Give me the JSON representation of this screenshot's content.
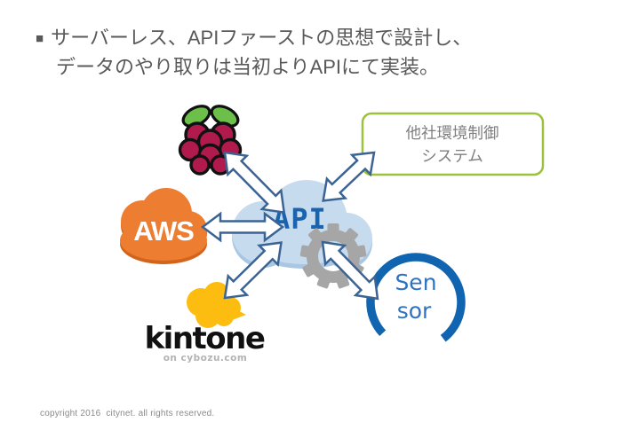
{
  "title": {
    "bullet": "■",
    "line1": "サーバーレス、APIファーストの思想で設計し、",
    "line2": "データのやり取りは当初よりAPIにて実装。"
  },
  "footer": {
    "copyright": "copyright 2016  citynet. all rights reserved."
  },
  "diagram": {
    "api": {
      "label": "API"
    },
    "external_system": {
      "line1": "他社環境制御",
      "line2": "システム"
    },
    "aws": {
      "label": "AWS"
    },
    "kintone": {
      "label": "kintone",
      "sublabel": "on cybozu.com"
    },
    "sensor": {
      "line1": "Sen",
      "line2": "sor"
    },
    "icons": {
      "raspberry_pi": "raspberry-pi-logo",
      "gear": "gear-icon",
      "api_cloud": "cloud-shape",
      "aws_cloud": "cloud-shape",
      "kintone_cloud": "cloud-shape",
      "arrows": "double-headed-arrow"
    },
    "colors": {
      "title_text": "#595959",
      "footer_text": "#8a8a8a",
      "arrow_stroke": "#3b6394",
      "arrow_fill": "#ffffff",
      "api_cloud_fill": "#c7dbee",
      "api_cloud_shadow": "#a9c6e2",
      "api_text": "#1a63ae",
      "aws_orange": "#ed7d31",
      "aws_orange_dark": "#d2641c",
      "box_border": "#9cc13c",
      "box_text": "#7f7f7f",
      "sensor_ring": "#1165b0",
      "sensor_text": "#2f73c0",
      "gear_gray": "#a6a6a6",
      "kintone_yellow": "#fcbd10",
      "kintone_text": "#111111",
      "kintone_subtext": "#b3b3b3",
      "raspberry_red": "#b01a4d",
      "leaf_green": "#6cc04a"
    }
  }
}
